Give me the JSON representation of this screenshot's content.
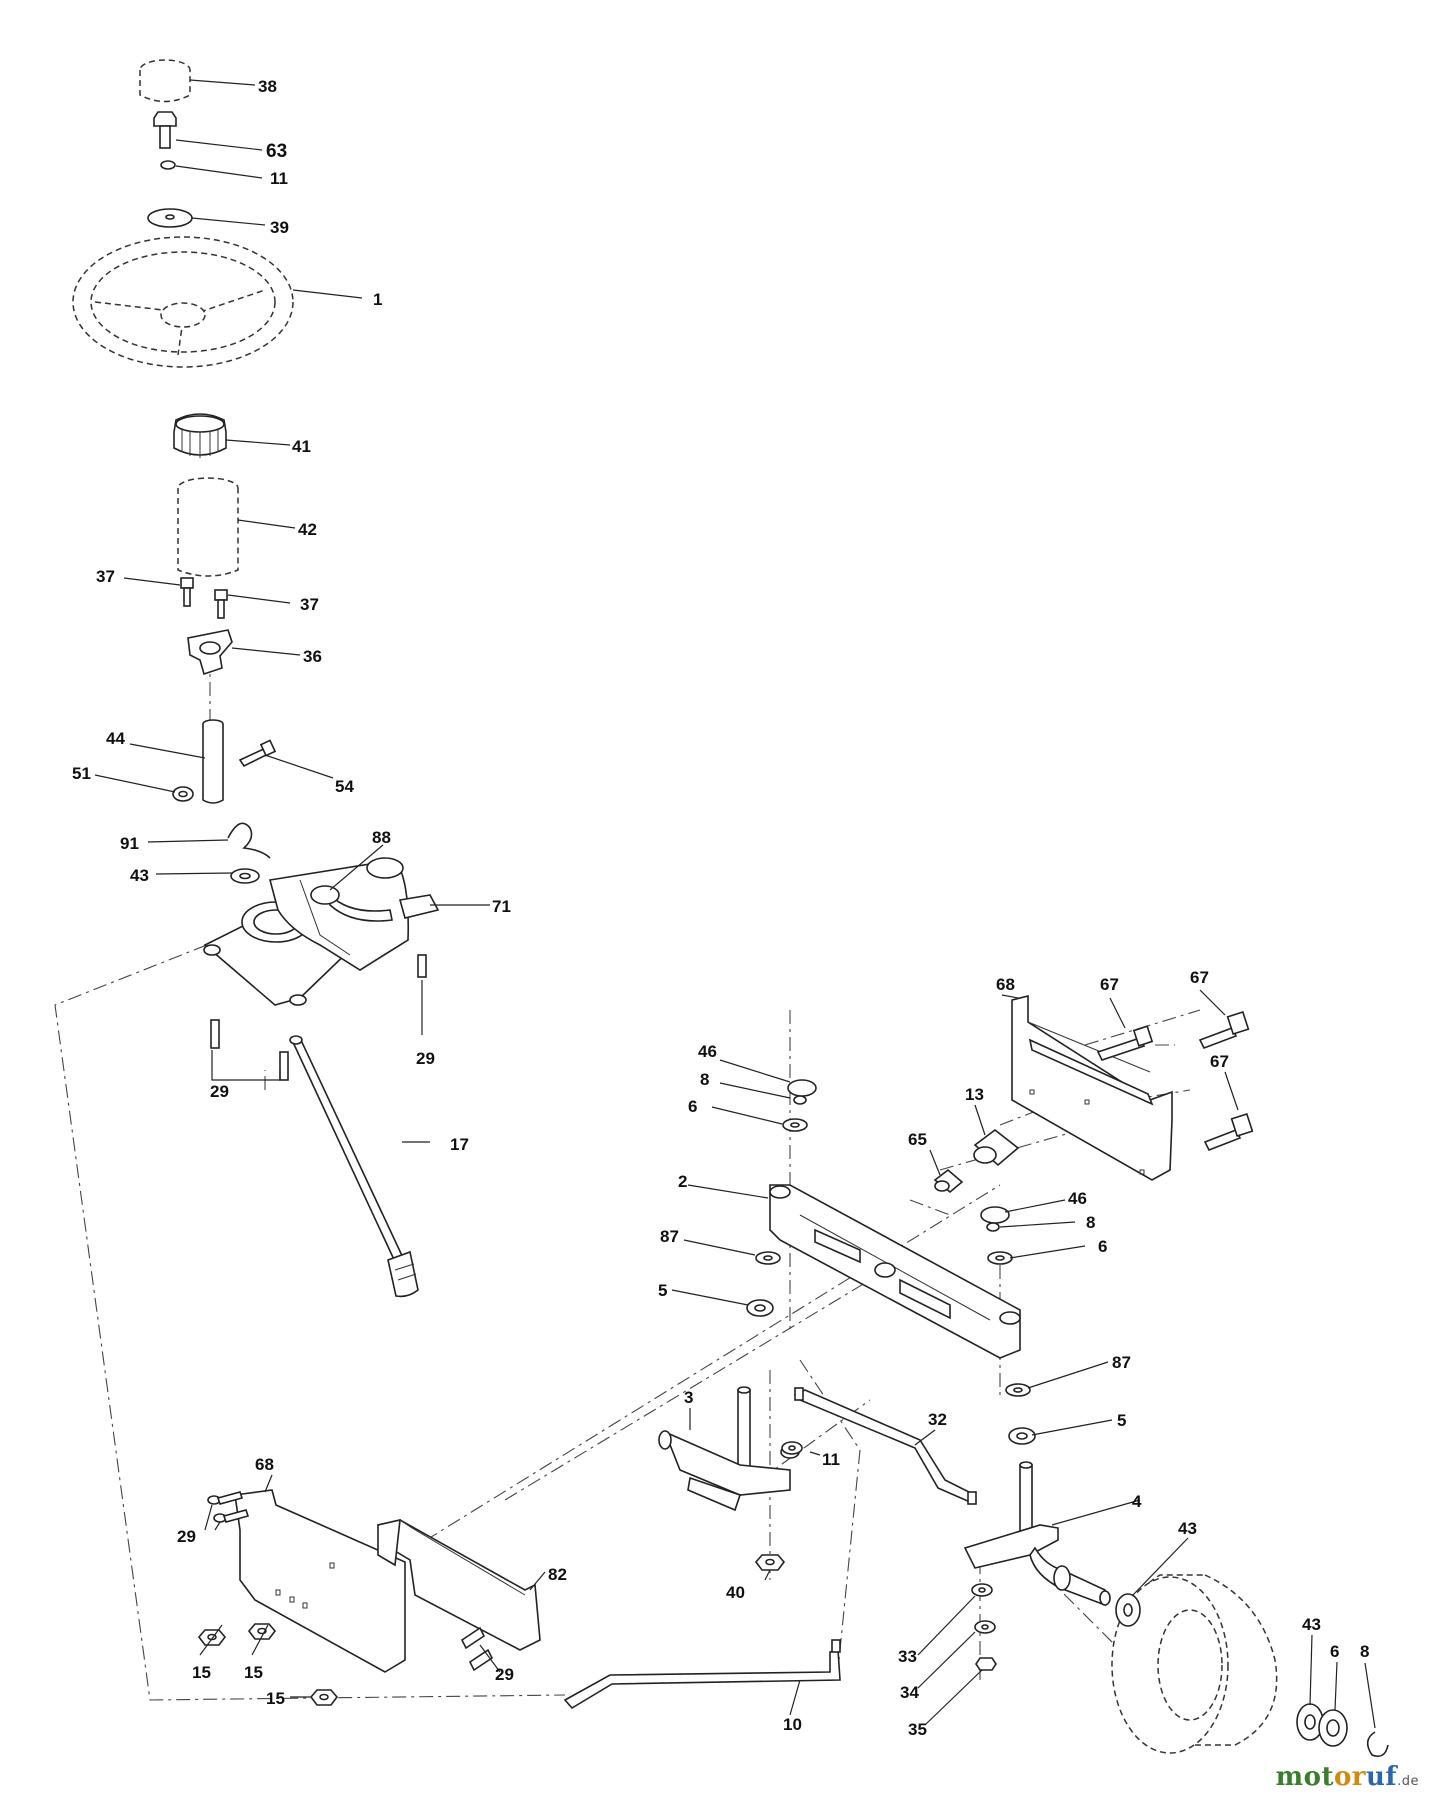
{
  "parts": {
    "p38": "38",
    "p63": "63",
    "p11a": "11",
    "p39": "39",
    "p1": "1",
    "p41": "41",
    "p42": "42",
    "p37a": "37",
    "p37b": "37",
    "p36": "36",
    "p44": "44",
    "p54": "54",
    "p51": "51",
    "p91": "91",
    "p88": "88",
    "p43a": "43",
    "p71": "71",
    "p29a": "29",
    "p29b": "29",
    "p17": "17",
    "p68a": "68",
    "p67a": "67",
    "p67b": "67",
    "p67c": "67",
    "p13": "13",
    "p65": "65",
    "p46a": "46",
    "p8a": "8",
    "p6a": "6",
    "p2": "2",
    "p46b": "46",
    "p8b": "8",
    "p6b": "6",
    "p87a": "87",
    "p5a": "5",
    "p87b": "87",
    "p5b": "5",
    "p3": "3",
    "p32": "32",
    "p11b": "11",
    "p4": "4",
    "p40": "40",
    "p68b": "68",
    "p29c": "29",
    "p82": "82",
    "p15a": "15",
    "p15b": "15",
    "p15c": "15",
    "p29d": "29",
    "p10": "10",
    "p33": "33",
    "p34": "34",
    "p35": "35",
    "p43b": "43",
    "p43c": "43",
    "p6c": "6",
    "p8c": "8"
  },
  "watermark": {
    "part1": "mot",
    "part2": "or",
    "part3": "uf",
    "tld": ".de"
  }
}
